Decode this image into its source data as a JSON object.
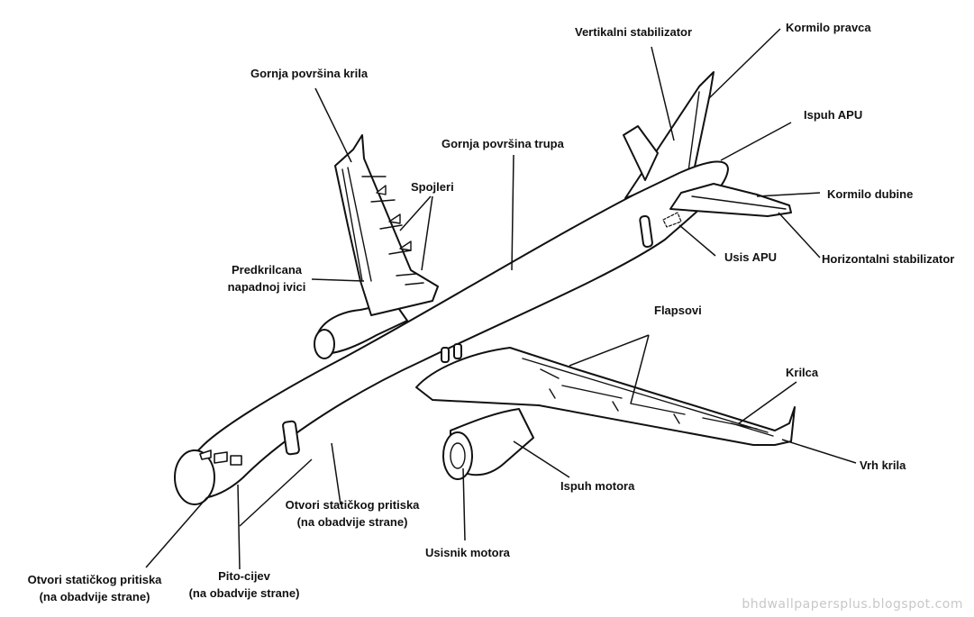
{
  "labels": {
    "vertikalni_stabilizator": "Vertikalni stabilizator",
    "kormilo_pravca": "Kormilo pravca",
    "gornja_povrsina_krila": "Gornja površina krila",
    "ispuh_apu": "Ispuh APU",
    "gornja_povrsina_trupa": "Gornja površina trupa",
    "spojleri": "Spojleri",
    "kormilo_dubine": "Kormilo dubine",
    "predkrilcana_line1": "Predkrilcana",
    "predkrilcana_line2": "napadnoj ivici",
    "usis_apu": "Usis APU",
    "horizontalni_stabilizator": "Horizontalni stabilizator",
    "flapsovi": "Flapsovi",
    "krilca": "Krilca",
    "vrh_krila": "Vrh krila",
    "ispuh_motora": "Ispuh motora",
    "otvori_center_line1": "Otvori statičkog pritiska",
    "otvori_center_line2": "(na obadvije strane)",
    "usisnik_motora": "Usisnik motora",
    "otvori_left_line1": "Otvori statičkog pritiska",
    "otvori_left_line2": "(na obadvije strane)",
    "pito_line1": "Pito-cijev",
    "pito_line2": "(na obadvije strane)"
  },
  "watermark": "bhdwallpapersplus.blogspot.com"
}
